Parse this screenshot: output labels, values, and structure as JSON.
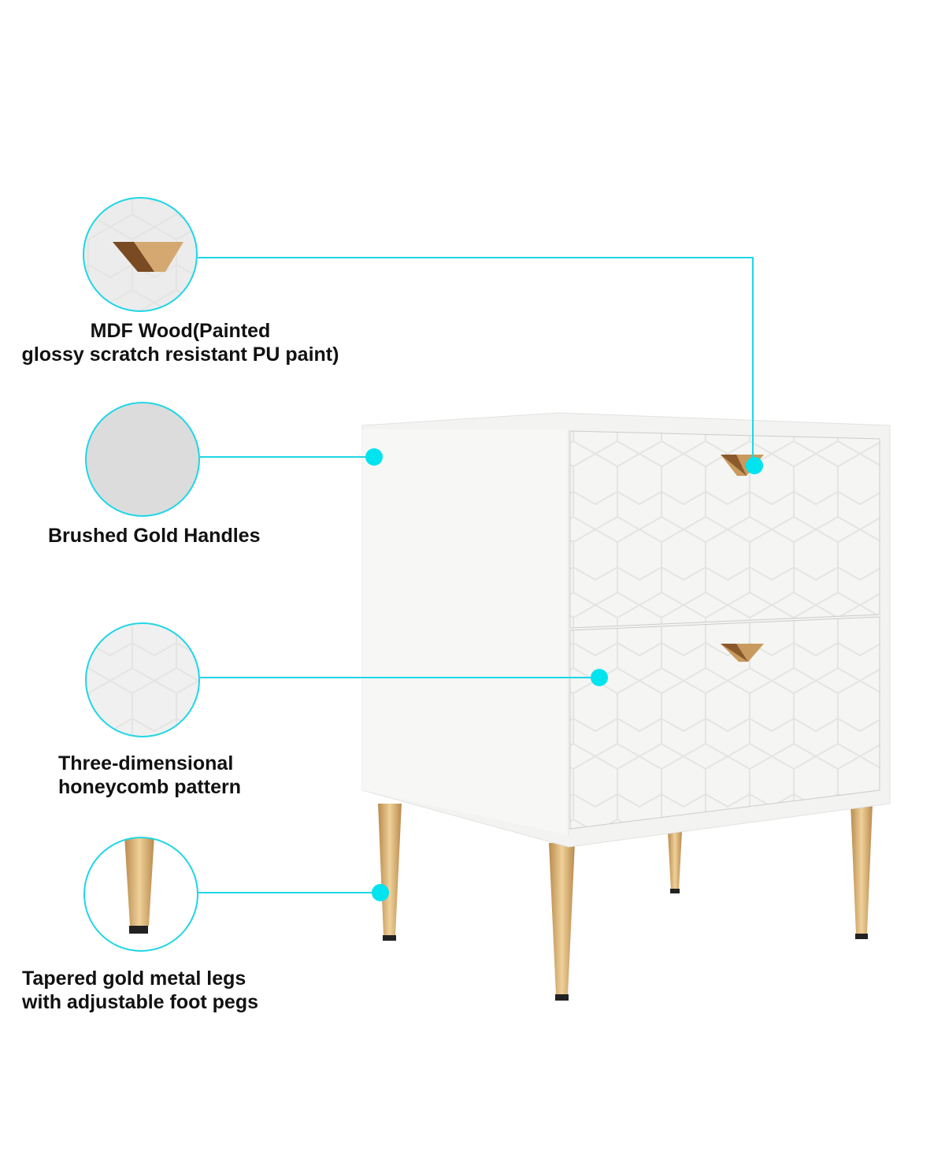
{
  "features": [
    {
      "line1": "MDF Wood(Painted",
      "line2": "glossy scratch resistant PU paint)"
    },
    {
      "line1": "Brushed Gold Handles"
    },
    {
      "line1": "Three-dimensional",
      "line2": "honeycomb pattern"
    },
    {
      "line1": "Tapered gold metal legs",
      "line2": "with adjustable foot pegs"
    }
  ],
  "colors": {
    "accent": "#1fd6e6",
    "gold": "#c9a063",
    "cabinet": "#f4f4f2"
  }
}
